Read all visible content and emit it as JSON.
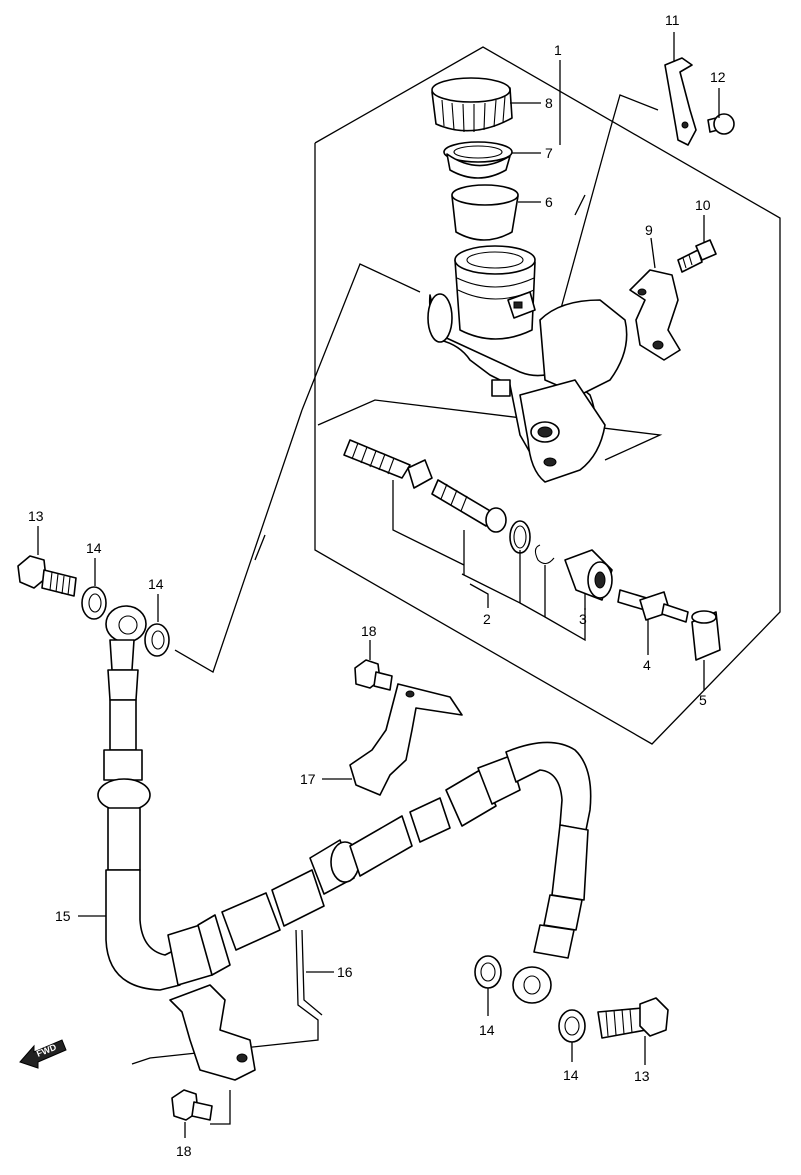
{
  "callouts": {
    "c1": "1",
    "c2": "2",
    "c3": "3",
    "c4": "4",
    "c5": "5",
    "c6": "6",
    "c7": "7",
    "c8": "8",
    "c9": "9",
    "c10": "10",
    "c11": "11",
    "c12": "12",
    "c13a": "13",
    "c13b": "13",
    "c14a": "14",
    "c14b": "14",
    "c14c": "14",
    "c14d": "14",
    "c15": "15",
    "c16": "16",
    "c17": "17",
    "c18a": "18",
    "c18b": "18"
  },
  "fwd_indicator": {
    "text": "FWD",
    "icon": "fwd-arrow-icon"
  },
  "colors": {
    "line": "#000000",
    "background": "#ffffff"
  }
}
